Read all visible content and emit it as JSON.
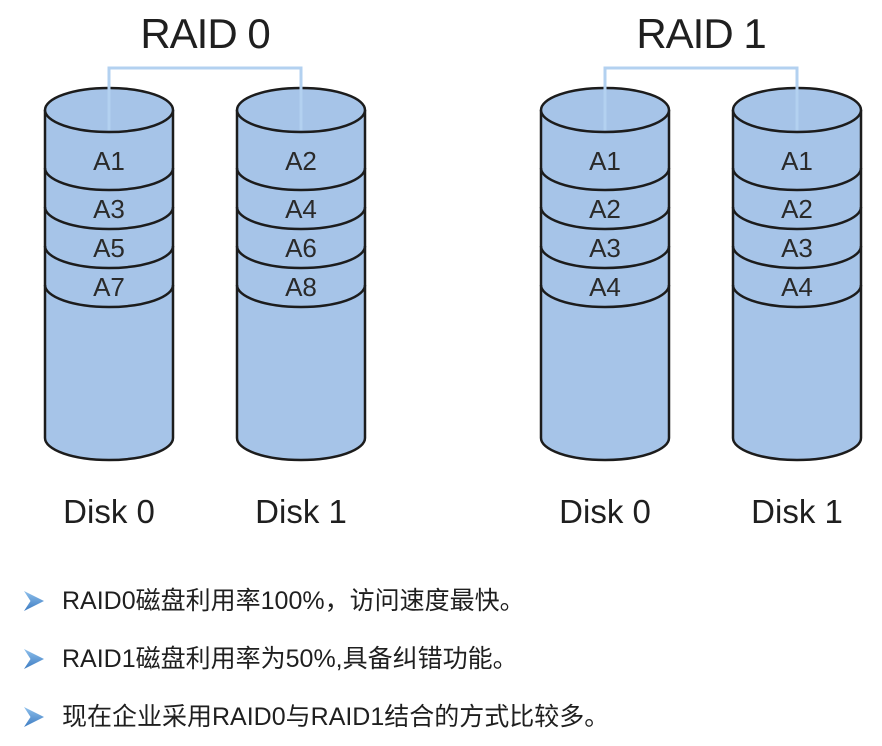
{
  "colors": {
    "disk_fill": "#a6c4e8",
    "disk_outline": "#1c1c1c",
    "connector": "#b3d1f0",
    "text": "#1f1f1f",
    "bullet_arrow_dark": "#3d7cc2",
    "bullet_arrow_light": "#8fc0ec",
    "background": "#ffffff"
  },
  "diagrams": [
    {
      "title": "RAID 0",
      "disks": [
        {
          "label": "Disk 0",
          "blocks": [
            "A1",
            "A3",
            "A5",
            "A7"
          ]
        },
        {
          "label": "Disk 1",
          "blocks": [
            "A2",
            "A4",
            "A6",
            "A8"
          ]
        }
      ]
    },
    {
      "title": "RAID 1",
      "disks": [
        {
          "label": "Disk 0",
          "blocks": [
            "A1",
            "A2",
            "A3",
            "A4"
          ]
        },
        {
          "label": "Disk 1",
          "blocks": [
            "A1",
            "A2",
            "A3",
            "A4"
          ]
        }
      ]
    }
  ],
  "bullets": [
    {
      "icon": "arrowhead-bullet",
      "text": "RAID0磁盘利用率100%，访问速度最快。"
    },
    {
      "icon": "arrowhead-bullet",
      "text": "RAID1磁盘利用率为50%,具备纠错功能。"
    },
    {
      "icon": "arrowhead-bullet",
      "text": "现在企业采用RAID0与RAID1结合的方式比较多。"
    }
  ]
}
